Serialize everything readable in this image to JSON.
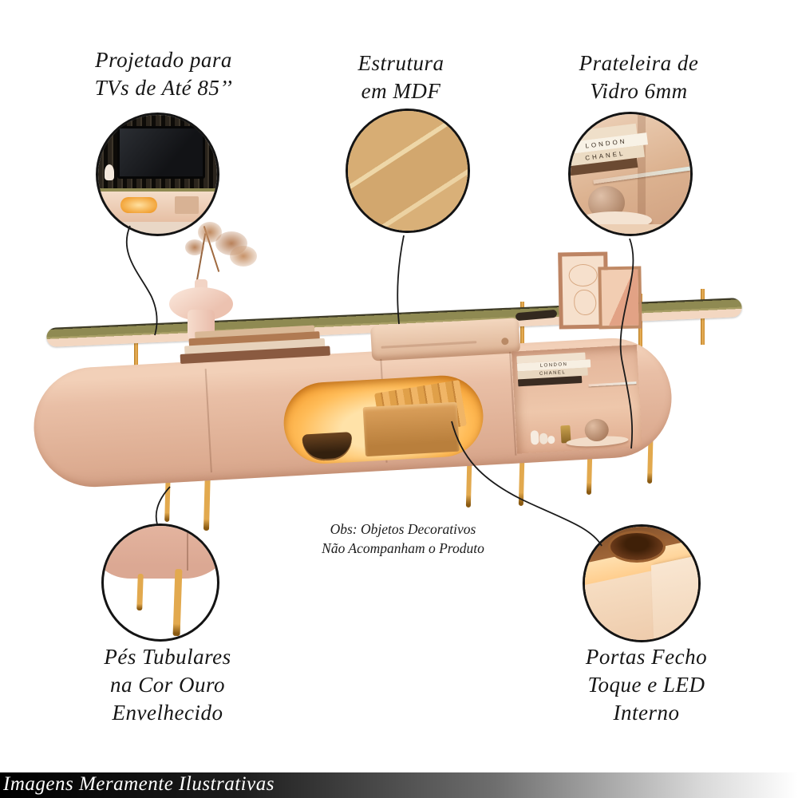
{
  "labels": {
    "tv": "Projetado para\nTVs de Até 85’’",
    "mdf": "Estrutura\nem MDF",
    "glass": "Prateleira de\nVidro 6mm",
    "legs": "Pés Tubulares\nna Cor Ouro\nEnvelhecido",
    "doors": "Portas Fecho\nToque e LED\nInterno"
  },
  "note": "Obs: Objetos Decorativos\nNão Acompanham o Produto",
  "footer": "Imagens Meramente Ilustrativas",
  "decor": {
    "unit_book_spines": [
      "LONDON",
      "CHANEL"
    ],
    "callout_book_spines": [
      "LONDON",
      "CHANEL"
    ]
  },
  "colors": {
    "cabinet_body": "#e9bfa6",
    "cabinet_shadow": "#d2a086",
    "shelf_top_olive": "#8f8a52",
    "shelf_edge_cream": "#f3d7c1",
    "led_glow": "#ffbc58",
    "gold": "#d89a3a",
    "mdf_tan": "#d2a76e",
    "callout_line": "#1a1a1a",
    "footer_gradient_start": "#000000",
    "footer_gradient_end": "#ffffff",
    "label_text": "#161616",
    "footer_text": "#ffffff"
  }
}
